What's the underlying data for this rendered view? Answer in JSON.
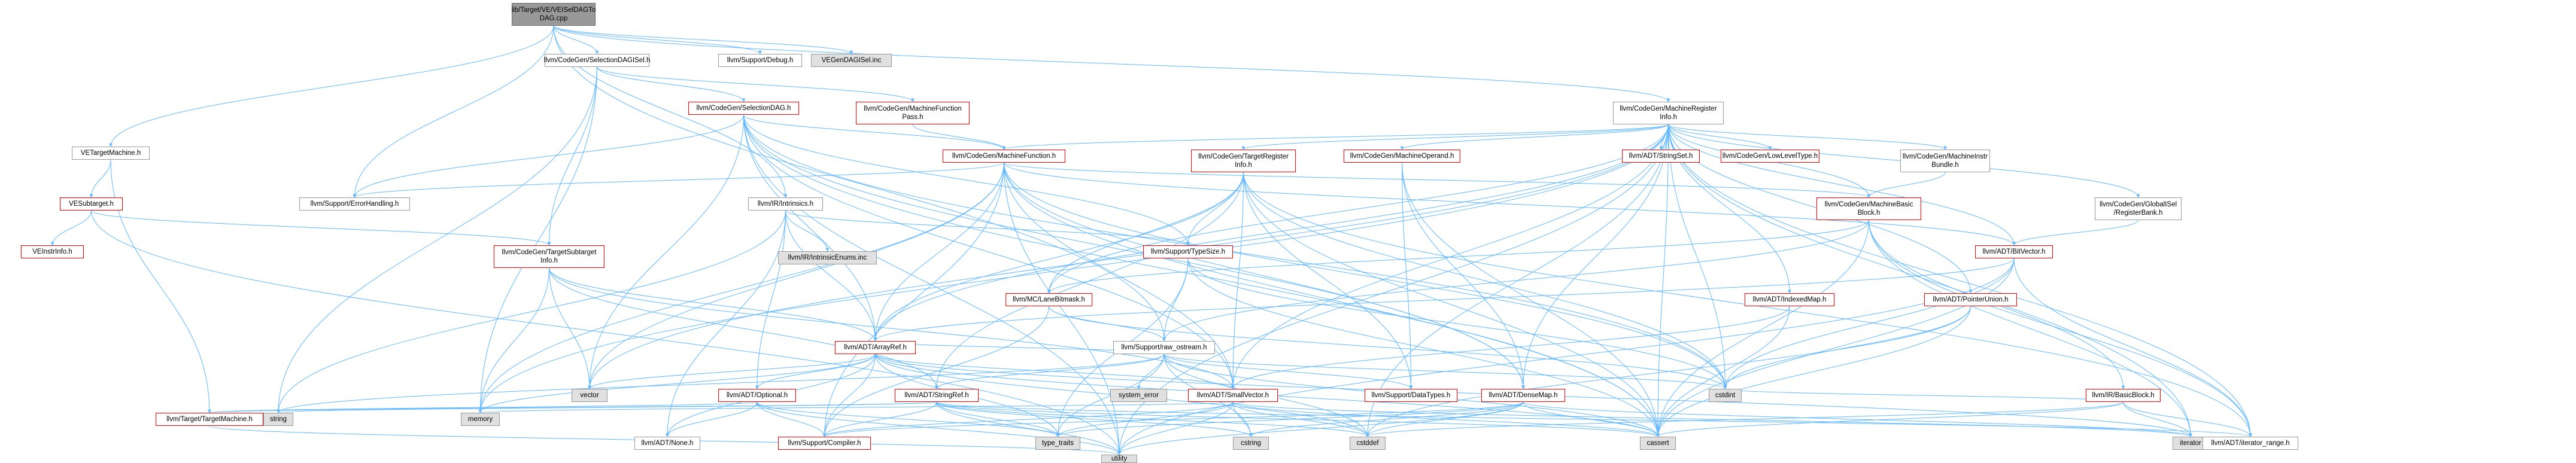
{
  "nodes": [
    {
      "key": "root",
      "label": "lib/Target/VE/VEISelDAGTo\nDAG.cpp",
      "style": "root"
    },
    {
      "key": "sdagisel",
      "label": "llvm/CodeGen/SelectionDAGISel.h",
      "style": "black"
    },
    {
      "key": "support_debug",
      "label": "llvm/Support/Debug.h",
      "style": "black"
    },
    {
      "key": "vegendagisel",
      "label": "VEGenDAGISel.inc",
      "style": "gray"
    },
    {
      "key": "vetargetmachine",
      "label": "VETargetMachine.h",
      "style": "black"
    },
    {
      "key": "selectiondag",
      "label": "llvm/CodeGen/SelectionDAG.h",
      "style": "red"
    },
    {
      "key": "mfpass",
      "label": "llvm/CodeGen/MachineFunction\nPass.h",
      "style": "red"
    },
    {
      "key": "mri",
      "label": "llvm/CodeGen/MachineRegister\nInfo.h",
      "style": "black"
    },
    {
      "key": "vesubtarget",
      "label": "VESubtarget.h",
      "style": "red"
    },
    {
      "key": "target_tm",
      "label": "llvm/Target/TargetMachine.h",
      "style": "red"
    },
    {
      "key": "veinstrinfo",
      "label": "VEInstrInfo.h",
      "style": "red"
    },
    {
      "key": "errorhandling",
      "label": "llvm/Support/ErrorHandling.h",
      "style": "black"
    },
    {
      "key": "machinefunction",
      "label": "llvm/CodeGen/MachineFunction.h",
      "style": "red"
    },
    {
      "key": "ir_intrinsics",
      "label": "llvm/IR/Intrinsics.h",
      "style": "black"
    },
    {
      "key": "intrinsicenums",
      "label": "llvm/IR/IntrinsicEnums.inc",
      "style": "gray"
    },
    {
      "key": "tsi",
      "label": "llvm/CodeGen/TargetSubtarget\nInfo.h",
      "style": "red"
    },
    {
      "key": "tri",
      "label": "llvm/CodeGen/TargetRegister\nInfo.h",
      "style": "red"
    },
    {
      "key": "machineoperand",
      "label": "llvm/CodeGen/MachineOperand.h",
      "style": "red"
    },
    {
      "key": "stringset",
      "label": "llvm/ADT/StringSet.h",
      "style": "red"
    },
    {
      "key": "lowleveltype",
      "label": "llvm/CodeGen/LowLevelType.h",
      "style": "red"
    },
    {
      "key": "instrbundle",
      "label": "llvm/CodeGen/MachineInstr\nBundle.h",
      "style": "black"
    },
    {
      "key": "globalisel_rb",
      "label": "llvm/CodeGen/GlobalISel\n/RegisterBank.h",
      "style": "black"
    },
    {
      "key": "mbb",
      "label": "llvm/CodeGen/MachineBasic\nBlock.h",
      "style": "red"
    },
    {
      "key": "typesize",
      "label": "llvm/Support/TypeSize.h",
      "style": "red"
    },
    {
      "key": "lanebitmask",
      "label": "llvm/MC/LaneBitmask.h",
      "style": "red"
    },
    {
      "key": "bitvector",
      "label": "llvm/ADT/BitVector.h",
      "style": "red"
    },
    {
      "key": "indexedmap",
      "label": "llvm/ADT/IndexedMap.h",
      "style": "red"
    },
    {
      "key": "pointerunion",
      "label": "llvm/ADT/PointerUnion.h",
      "style": "red"
    },
    {
      "key": "arrayref",
      "label": "llvm/ADT/ArrayRef.h",
      "style": "red"
    },
    {
      "key": "raw_ostream",
      "label": "llvm/Support/raw_ostream.h",
      "style": "black"
    },
    {
      "key": "system_error",
      "label": "system_error",
      "style": "gray"
    },
    {
      "key": "optional",
      "label": "llvm/ADT/Optional.h",
      "style": "red"
    },
    {
      "key": "stringref",
      "label": "llvm/ADT/StringRef.h",
      "style": "red"
    },
    {
      "key": "smallvector",
      "label": "llvm/ADT/SmallVector.h",
      "style": "red"
    },
    {
      "key": "datatypes",
      "label": "llvm/Support/DataTypes.h",
      "style": "red"
    },
    {
      "key": "densemap",
      "label": "llvm/ADT/DenseMap.h",
      "style": "red"
    },
    {
      "key": "basicblock",
      "label": "llvm/IR/BasicBlock.h",
      "style": "red"
    },
    {
      "key": "vector",
      "label": "vector",
      "style": "gray"
    },
    {
      "key": "memory",
      "label": "memory",
      "style": "gray"
    },
    {
      "key": "string",
      "label": "string",
      "style": "gray"
    },
    {
      "key": "none",
      "label": "llvm/ADT/None.h",
      "style": "black"
    },
    {
      "key": "compiler",
      "label": "llvm/Support/Compiler.h",
      "style": "red"
    },
    {
      "key": "type_traits",
      "label": "type_traits",
      "style": "gray"
    },
    {
      "key": "cstring",
      "label": "cstring",
      "style": "gray"
    },
    {
      "key": "cstddef",
      "label": "cstddef",
      "style": "gray"
    },
    {
      "key": "cstdint",
      "label": "cstdint",
      "style": "gray"
    },
    {
      "key": "cassert",
      "label": "cassert",
      "style": "gray"
    },
    {
      "key": "iterator",
      "label": "iterator",
      "style": "gray"
    },
    {
      "key": "iterator_range",
      "label": "llvm/ADT/iterator_range.h",
      "style": "black"
    },
    {
      "key": "utility",
      "label": "utility",
      "style": "gray"
    }
  ],
  "edges": [
    [
      "root",
      "sdagisel"
    ],
    [
      "root",
      "support_debug"
    ],
    [
      "root",
      "vegendagisel"
    ],
    [
      "root",
      "vetargetmachine"
    ],
    [
      "root",
      "errorhandling"
    ],
    [
      "root",
      "ir_intrinsics"
    ],
    [
      "root",
      "raw_ostream"
    ],
    [
      "root",
      "mri"
    ],
    [
      "sdagisel",
      "selectiondag"
    ],
    [
      "sdagisel",
      "mfpass"
    ],
    [
      "sdagisel",
      "tsi"
    ],
    [
      "sdagisel",
      "memory"
    ],
    [
      "sdagisel",
      "string"
    ],
    [
      "vetargetmachine",
      "vesubtarget"
    ],
    [
      "vetargetmachine",
      "target_tm"
    ],
    [
      "vesubtarget",
      "veinstrinfo"
    ],
    [
      "vesubtarget",
      "tsi"
    ],
    [
      "vesubtarget",
      "utility"
    ],
    [
      "target_tm",
      "string"
    ],
    [
      "target_tm",
      "utility"
    ],
    [
      "target_tm",
      "optional"
    ],
    [
      "target_tm",
      "stringref"
    ],
    [
      "selectiondag",
      "machinefunction"
    ],
    [
      "selectiondag",
      "errorhandling"
    ],
    [
      "selectiondag",
      "arrayref"
    ],
    [
      "selectiondag",
      "densemap"
    ],
    [
      "selectiondag",
      "smallvector"
    ],
    [
      "selectiondag",
      "vector"
    ],
    [
      "selectiondag",
      "cassert"
    ],
    [
      "selectiondag",
      "cstdint"
    ],
    [
      "selectiondag",
      "utility"
    ],
    [
      "selectiondag",
      "typesize"
    ],
    [
      "mfpass",
      "machinefunction"
    ],
    [
      "machinefunction",
      "errorhandling"
    ],
    [
      "machinefunction",
      "arrayref"
    ],
    [
      "machinefunction",
      "bitvector"
    ],
    [
      "machinefunction",
      "densemap"
    ],
    [
      "machinefunction",
      "smallvector"
    ],
    [
      "machinefunction",
      "mbb"
    ],
    [
      "machinefunction",
      "compiler"
    ],
    [
      "machinefunction",
      "cassert"
    ],
    [
      "machinefunction",
      "cstdint"
    ],
    [
      "machinefunction",
      "memory"
    ],
    [
      "machinefunction",
      "utility"
    ],
    [
      "machinefunction",
      "vector"
    ],
    [
      "mri",
      "tri"
    ],
    [
      "mri",
      "machineoperand"
    ],
    [
      "mri",
      "stringset"
    ],
    [
      "mri",
      "lowleveltype"
    ],
    [
      "mri",
      "instrbundle"
    ],
    [
      "mri",
      "globalisel_rb"
    ],
    [
      "mri",
      "mbb"
    ],
    [
      "mri",
      "machinefunction"
    ],
    [
      "mri",
      "bitvector"
    ],
    [
      "mri",
      "indexedmap"
    ],
    [
      "mri",
      "pointerunion"
    ],
    [
      "mri",
      "arrayref"
    ],
    [
      "mri",
      "densemap"
    ],
    [
      "mri",
      "smallvector"
    ],
    [
      "mri",
      "lanebitmask"
    ],
    [
      "mri",
      "iterator_range"
    ],
    [
      "mri",
      "cassert"
    ],
    [
      "mri",
      "cstddef"
    ],
    [
      "mri",
      "cstdint"
    ],
    [
      "mri",
      "iterator"
    ],
    [
      "mri",
      "memory"
    ],
    [
      "mri",
      "utility"
    ],
    [
      "mri",
      "vector"
    ],
    [
      "ir_intrinsics",
      "arrayref"
    ],
    [
      "ir_intrinsics",
      "optional"
    ],
    [
      "ir_intrinsics",
      "typesize"
    ],
    [
      "ir_intrinsics",
      "string"
    ],
    [
      "ir_intrinsics",
      "intrinsicenums"
    ],
    [
      "ir_intrinsics",
      "none"
    ],
    [
      "tsi",
      "arrayref"
    ],
    [
      "tsi",
      "smallvector"
    ],
    [
      "tsi",
      "memory"
    ],
    [
      "tsi",
      "vector"
    ],
    [
      "tsi",
      "stringref"
    ],
    [
      "tri",
      "arrayref"
    ],
    [
      "tri",
      "smallvector"
    ],
    [
      "tri",
      "lanebitmask"
    ],
    [
      "tri",
      "typesize"
    ],
    [
      "tri",
      "iterator_range"
    ],
    [
      "tri",
      "cassert"
    ],
    [
      "tri",
      "cstdint"
    ],
    [
      "tri",
      "datatypes"
    ],
    [
      "tri",
      "stringref"
    ],
    [
      "machineoperand",
      "densemap"
    ],
    [
      "machineoperand",
      "datatypes"
    ],
    [
      "machineoperand",
      "cassert"
    ],
    [
      "instrbundle",
      "mbb"
    ],
    [
      "globalisel_rb",
      "bitvector"
    ],
    [
      "mbb",
      "basicblock"
    ],
    [
      "mbb",
      "lanebitmask"
    ],
    [
      "mbb",
      "iterator_range"
    ],
    [
      "mbb",
      "cassert"
    ],
    [
      "mbb",
      "iterator"
    ],
    [
      "mbb",
      "raw_ostream"
    ],
    [
      "typesize",
      "raw_ostream"
    ],
    [
      "typesize",
      "cassert"
    ],
    [
      "typesize",
      "cstdint"
    ],
    [
      "typesize",
      "type_traits"
    ],
    [
      "lanebitmask",
      "compiler"
    ],
    [
      "lanebitmask",
      "raw_ostream"
    ],
    [
      "lanebitmask",
      "cstdint"
    ],
    [
      "bitvector",
      "arrayref"
    ],
    [
      "bitvector",
      "iterator_range"
    ],
    [
      "bitvector",
      "cassert"
    ],
    [
      "bitvector",
      "cstdint"
    ],
    [
      "bitvector",
      "utility"
    ],
    [
      "indexedmap",
      "smallvector"
    ],
    [
      "indexedmap",
      "cassert"
    ],
    [
      "pointerunion",
      "cassert"
    ],
    [
      "pointerunion",
      "cstddef"
    ],
    [
      "pointerunion",
      "cstdint"
    ],
    [
      "arrayref",
      "none"
    ],
    [
      "arrayref",
      "optional"
    ],
    [
      "arrayref",
      "smallvector"
    ],
    [
      "arrayref",
      "compiler"
    ],
    [
      "arrayref",
      "vector"
    ],
    [
      "arrayref",
      "memory"
    ],
    [
      "arrayref",
      "cassert"
    ],
    [
      "arrayref",
      "cstddef"
    ],
    [
      "arrayref",
      "iterator"
    ],
    [
      "arrayref",
      "type_traits"
    ],
    [
      "raw_ostream",
      "arrayref"
    ],
    [
      "raw_ostream",
      "stringref"
    ],
    [
      "raw_ostream",
      "datatypes"
    ],
    [
      "raw_ostream",
      "system_error"
    ],
    [
      "raw_ostream",
      "cassert"
    ],
    [
      "raw_ostream",
      "cstddef"
    ],
    [
      "raw_ostream",
      "cstdint"
    ],
    [
      "raw_ostream",
      "cstring"
    ],
    [
      "raw_ostream",
      "string"
    ],
    [
      "raw_ostream",
      "type_traits"
    ],
    [
      "optional",
      "none"
    ],
    [
      "optional",
      "compiler"
    ],
    [
      "optional",
      "utility"
    ],
    [
      "optional",
      "type_traits"
    ],
    [
      "stringref",
      "compiler"
    ],
    [
      "stringref",
      "iterator_range"
    ],
    [
      "stringref",
      "cassert"
    ],
    [
      "stringref",
      "cstddef"
    ],
    [
      "stringref",
      "cstring"
    ],
    [
      "stringref",
      "string"
    ],
    [
      "stringref",
      "type_traits"
    ],
    [
      "stringref",
      "utility"
    ],
    [
      "smallvector",
      "compiler"
    ],
    [
      "smallvector",
      "cassert"
    ],
    [
      "smallvector",
      "cstddef"
    ],
    [
      "smallvector",
      "cstring"
    ],
    [
      "smallvector",
      "iterator"
    ],
    [
      "smallvector",
      "memory"
    ],
    [
      "smallvector",
      "type_traits"
    ],
    [
      "smallvector",
      "utility"
    ],
    [
      "densemap",
      "compiler"
    ],
    [
      "densemap",
      "cassert"
    ],
    [
      "densemap",
      "cstddef"
    ],
    [
      "densemap",
      "cstring"
    ],
    [
      "densemap",
      "iterator"
    ],
    [
      "densemap",
      "type_traits"
    ],
    [
      "densemap",
      "utility"
    ],
    [
      "basicblock",
      "iterator_range"
    ],
    [
      "basicblock",
      "cassert"
    ],
    [
      "basicblock",
      "cstddef"
    ],
    [
      "basicblock",
      "iterator"
    ],
    [
      "basicblock",
      "cstdint"
    ]
  ]
}
